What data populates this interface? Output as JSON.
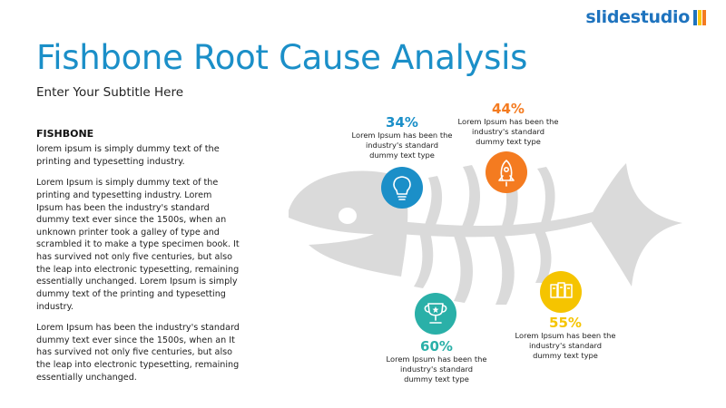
{
  "brand": {
    "name": "slidestudio",
    "colors": {
      "blue": "#1e73be",
      "orange": "#f47b20",
      "yellow": "#f9c80e"
    }
  },
  "title": "Fishbone Root Cause Analysis",
  "subtitle": "Enter Your Subtitle Here",
  "left": {
    "heading": "FISHBONE",
    "lead": "lorem ipsum is simply dummy text of the printing and typesetting industry.",
    "paragraphs": [
      "Lorem Ipsum is simply dummy text of the printing and typesetting industry. Lorem Ipsum has been the industry's standard dummy text ever since the 1500s, when an unknown printer took a galley of type and scrambled it to make a type specimen book. It has survived not only five centuries, but also the leap into electronic typesetting, remaining essentially unchanged. Lorem Ipsum is simply dummy text of the printing and typesetting industry.",
      "Lorem Ipsum has been the industry's standard dummy text ever since the 1500s, when an It has survived not only five centuries, but also the leap into electronic typesetting, remaining essentially unchanged."
    ]
  },
  "fish": {
    "bone_color": "#dadada"
  },
  "stats": [
    {
      "id": "s1",
      "percent": "34%",
      "desc": "Lorem Ipsum has been the\nindustry's standard\ndummy text type",
      "color": "#1b8fc8",
      "icon": "lightbulb-icon"
    },
    {
      "id": "s2",
      "percent": "44%",
      "desc": "Lorem Ipsum has been the\nindustry's standard\ndummy text type",
      "color": "#f47b20",
      "icon": "rocket-icon"
    },
    {
      "id": "s3",
      "percent": "60%",
      "desc": "Lorem Ipsum has been the\nindustry's standard\ndummy text type",
      "color": "#2ab0a8",
      "icon": "trophy-icon"
    },
    {
      "id": "s4",
      "percent": "55%",
      "desc": "Lorem Ipsum has been the\nindustry's standard\ndummy text type",
      "color": "#f5c400",
      "icon": "documents-icon"
    }
  ]
}
